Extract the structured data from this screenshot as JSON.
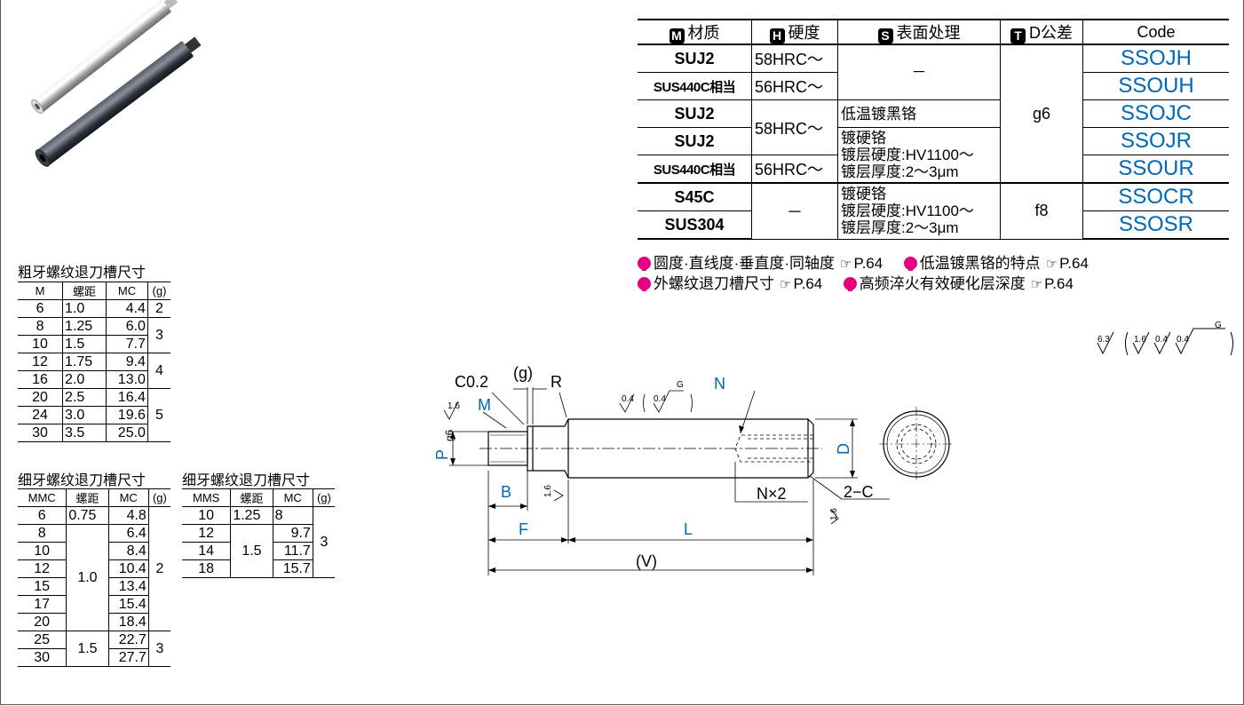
{
  "spec_table": {
    "headers": [
      {
        "key": "M",
        "label": "材质"
      },
      {
        "key": "H",
        "label": "硬度"
      },
      {
        "key": "S",
        "label": "表面处理"
      },
      {
        "key": "T",
        "label": "D公差"
      },
      {
        "key": "",
        "label": "Code"
      }
    ],
    "rows": [
      {
        "material": "SUJ2",
        "hardness": "58HRC～",
        "surface": "－",
        "tolerance": "g6",
        "code": "SSOJH"
      },
      {
        "material": "SUS440C相当",
        "hardness": "56HRC～",
        "code": "SSOUH"
      },
      {
        "material": "SUJ2",
        "hardness": "58HRC～",
        "surface": "低温镀黑铬",
        "code": "SSOJC"
      },
      {
        "material": "SUJ2",
        "surface_lines": [
          "镀硬铬",
          "镀层硬度:HV1100～",
          "镀层厚度:2～3μm"
        ],
        "code": "SSOJR"
      },
      {
        "material": "SUS440C相当",
        "hardness": "56HRC～",
        "code": "SSOUR"
      },
      {
        "material": "S45C",
        "hardness": "－",
        "surface_lines": [
          "镀硬铬",
          "镀层硬度:HV1100～",
          "镀层厚度:2～3μm"
        ],
        "tolerance": "f8",
        "code": "SSOCR"
      },
      {
        "material": "SUS304",
        "code": "SSOSR"
      }
    ]
  },
  "notes": [
    {
      "text": "圆度·直线度·垂直度·同轴度",
      "ref": "P.64"
    },
    {
      "text": "低温镀黑铬的特点",
      "ref": "P.64"
    },
    {
      "text": "外螺纹退刀槽尺寸",
      "ref": "P.64"
    },
    {
      "text": "高频淬火有效硬化层深度",
      "ref": "P.64"
    }
  ],
  "coarse": {
    "title": "粗牙螺纹退刀槽尺寸",
    "headers": [
      "M",
      "螺距",
      "MC",
      "(g)"
    ],
    "rows": [
      [
        "6",
        "1.0",
        "4.4"
      ],
      [
        "8",
        "1.25",
        "6.0"
      ],
      [
        "10",
        "1.5",
        "7.7"
      ],
      [
        "12",
        "1.75",
        "9.4"
      ],
      [
        "16",
        "2.0",
        "13.0"
      ],
      [
        "20",
        "2.5",
        "16.4"
      ],
      [
        "24",
        "3.0",
        "19.6"
      ],
      [
        "30",
        "3.5",
        "25.0"
      ]
    ],
    "g": [
      "2",
      "3",
      "4",
      "5"
    ]
  },
  "fine1": {
    "title": "细牙螺纹退刀槽尺寸",
    "headers": [
      "MMC",
      "螺距",
      "MC",
      "(g)"
    ],
    "rows": [
      [
        "6",
        "4.8"
      ],
      [
        "8",
        "6.4"
      ],
      [
        "10",
        "8.4"
      ],
      [
        "12",
        "10.4"
      ],
      [
        "15",
        "13.4"
      ],
      [
        "17",
        "15.4"
      ],
      [
        "20",
        "18.4"
      ],
      [
        "25",
        "22.7"
      ],
      [
        "30",
        "27.7"
      ]
    ],
    "pitch": [
      "0.75",
      "1.0",
      "1.5"
    ],
    "g": [
      "2",
      "3"
    ]
  },
  "fine2": {
    "title": "细牙螺纹退刀槽尺寸",
    "headers": [
      "MMS",
      "螺距",
      "MC",
      "(g)"
    ],
    "rows": [
      [
        "10",
        "8"
      ],
      [
        "12",
        "9.7"
      ],
      [
        "14",
        "11.7"
      ],
      [
        "18",
        "15.7"
      ]
    ],
    "pitch": [
      "1.25",
      "1.5"
    ],
    "g": "3"
  },
  "drawing": {
    "labels": {
      "c02": "C0.2",
      "g": "(g)",
      "r": "R",
      "n": "N",
      "m": "M",
      "p": "P",
      "g6": "g6",
      "d": "D",
      "b": "B",
      "f": "F",
      "l": "L",
      "v": "(V)",
      "nx2": "N×2",
      "c2": "2−C",
      "r16": "1.6",
      "r04": "0.4",
      "gsym": "G"
    }
  },
  "roughness": {
    "a": "6.3",
    "b": "1.6",
    "c": "0.4",
    "d": "0.4",
    "g": "G"
  }
}
